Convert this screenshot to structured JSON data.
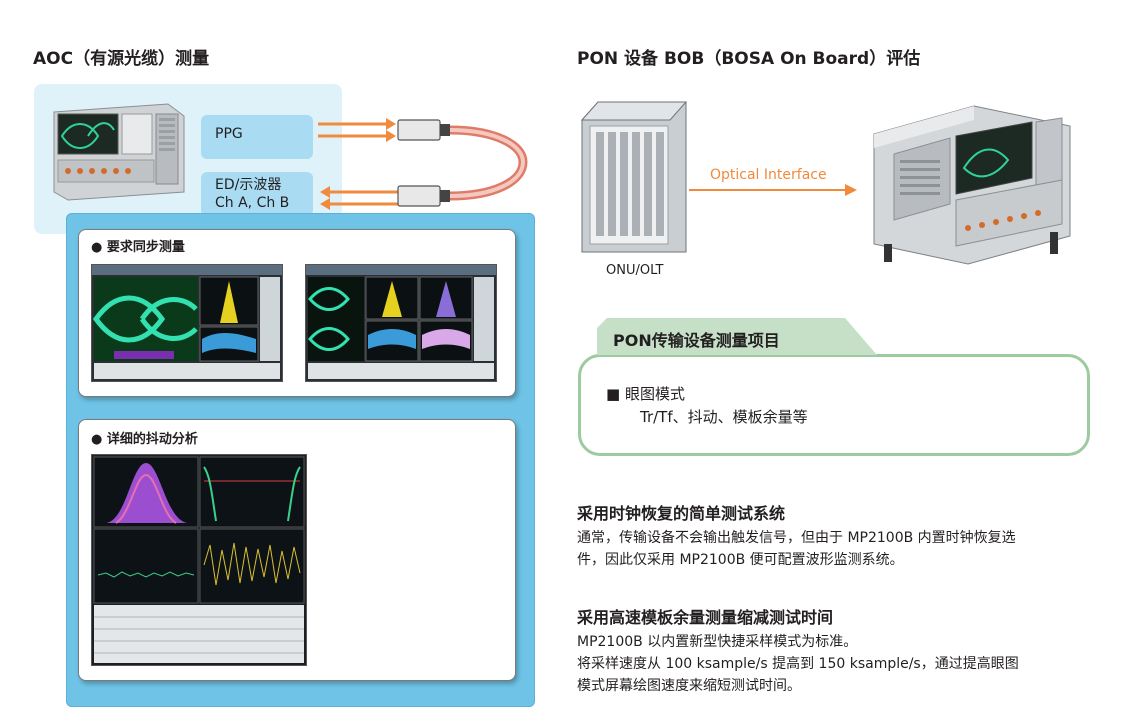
{
  "left": {
    "title": "AOC（有源光缆）测量",
    "ppg_label": "PPG",
    "ed_label_line1": "ED/示波器",
    "ed_label_line2": "Ch A, Ch B",
    "card1_title": "● 要求同步测量",
    "card2_title": "● 详细的抖动分析"
  },
  "right": {
    "title": "PON 设备 BOB（BOSA On Board）评估",
    "onu_label": "ONU/OLT",
    "optical_label": "Optical Interface",
    "pon_tab": "PON传输设备测量项目",
    "pon_item1": "■ 眼图模式",
    "pon_item2": "Tr/Tf、抖动、模板余量等",
    "sec1_title": "采用时钟恢复的简单测试系统",
    "sec1_line1": "通常，传输设备不会输出触发信号，但由于 MP2100B 内置时钟恢复选",
    "sec1_line2": "件，因此仅采用 MP2100B 便可配置波形监测系统。",
    "sec2_title": "采用高速模板余量测量缩减测试时间",
    "sec2_line1": "MP2100B 以内置新型快捷采样模式为标准。",
    "sec2_line2": "将采样速度从 100 ksample/s 提高到 150 ksample/s，通过提高眼图",
    "sec2_line3": "模式屏幕绘图速度来缩短测试时间。"
  },
  "colors": {
    "accent_orange": "#f08a3c",
    "light_blue": "#dff2fa",
    "panel_blue": "#6ec3e6",
    "green_tab": "#c5e0c7",
    "green_border": "#9ccb9f"
  }
}
